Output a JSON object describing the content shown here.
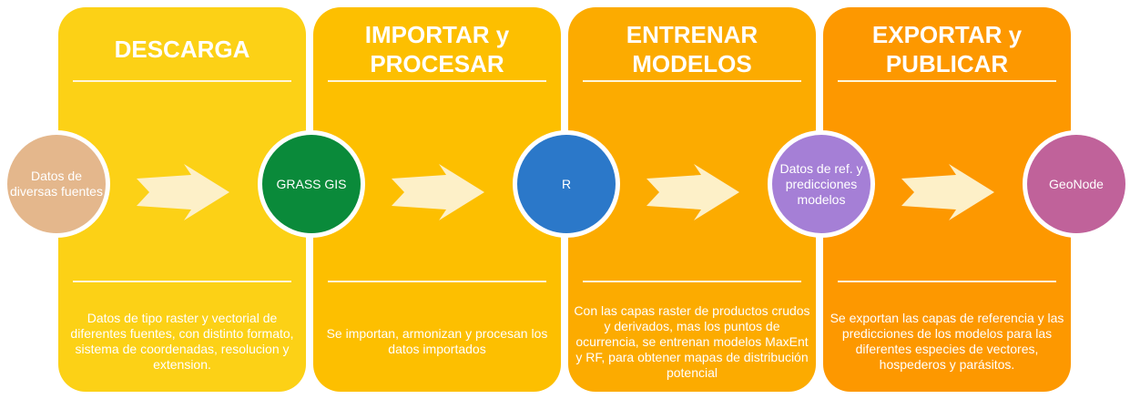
{
  "stages": [
    {
      "title": "DESCARGA",
      "description": "Datos de tipo raster y vectorial de diferentes fuentes, con distinto formato, sistema de coordenadas, resolucion y extension.",
      "color": "#fcd116"
    },
    {
      "title": "IMPORTAR y\nPROCESAR",
      "description": "Se importan, armonizan y procesan los datos importados",
      "color": "#fdbf00"
    },
    {
      "title": "ENTRENAR\nMODELOS",
      "description": "Con las capas raster de productos crudos y derivados, mas los puntos de ocurrencia, se entrenan modelos MaxEnt y RF, para obtener mapas de distribución potencial",
      "color": "#fcab00"
    },
    {
      "title": "EXPORTAR y\nPUBLICAR",
      "description": "Se exportan las capas de referencia y las predicciones de los modelos para las diferentes especies de vectores, hospederos y parásitos.",
      "color": "#fd9800"
    }
  ],
  "nodes": [
    {
      "label": "Datos de diversas fuentes",
      "color": "#e4b78c"
    },
    {
      "label": "GRASS GIS",
      "color": "#0a8a3a"
    },
    {
      "label": "R",
      "color": "#2b78c9"
    },
    {
      "label": "Datos de ref. y predicciones modelos",
      "color": "#a57fd6"
    },
    {
      "label": "GeoNode",
      "color": "#c0629a"
    }
  ],
  "arrow_color": "#fdf0c8"
}
